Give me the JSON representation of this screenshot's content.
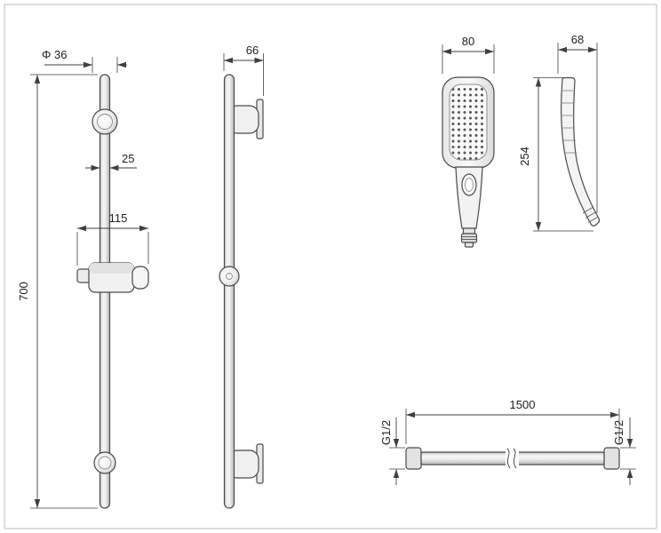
{
  "drawing": {
    "views": {
      "rail_front": {
        "dims": {
          "flange_diameter": "Φ 36",
          "bar_diameter": "25",
          "holder_width": "115",
          "rail_length": "700"
        }
      },
      "rail_side": {
        "dims": {
          "depth": "66"
        }
      },
      "handshower_front": {
        "dims": {
          "width": "80"
        }
      },
      "handshower_side": {
        "dims": {
          "depth": "68",
          "length": "254"
        }
      },
      "hose": {
        "dims": {
          "length": "1500",
          "thread_left": "G1/2",
          "thread_right": "G1/2"
        }
      }
    },
    "colors": {
      "line": "#3f3f3f",
      "part_outline": "#4a4a4a",
      "metal_light": "#f5f5f5",
      "metal_dark": "#b8b8b8",
      "background": "#ffffff",
      "border": "#c9c9c9"
    }
  }
}
